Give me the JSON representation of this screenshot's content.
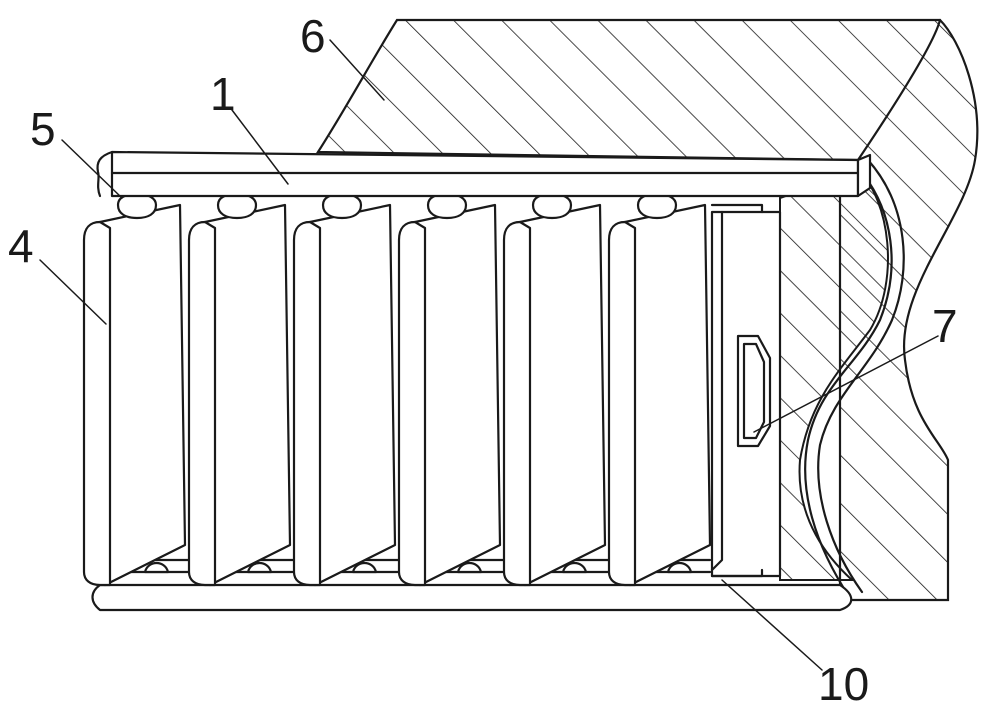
{
  "figure": {
    "callouts": [
      {
        "id": "label-1",
        "text": "1"
      },
      {
        "id": "label-4",
        "text": "4"
      },
      {
        "id": "label-5",
        "text": "5"
      },
      {
        "id": "label-6",
        "text": "6"
      },
      {
        "id": "label-7",
        "text": "7"
      },
      {
        "id": "label-10",
        "text": "10"
      }
    ],
    "colors": {
      "line": "#1a1a1a",
      "background": "#ffffff"
    }
  }
}
